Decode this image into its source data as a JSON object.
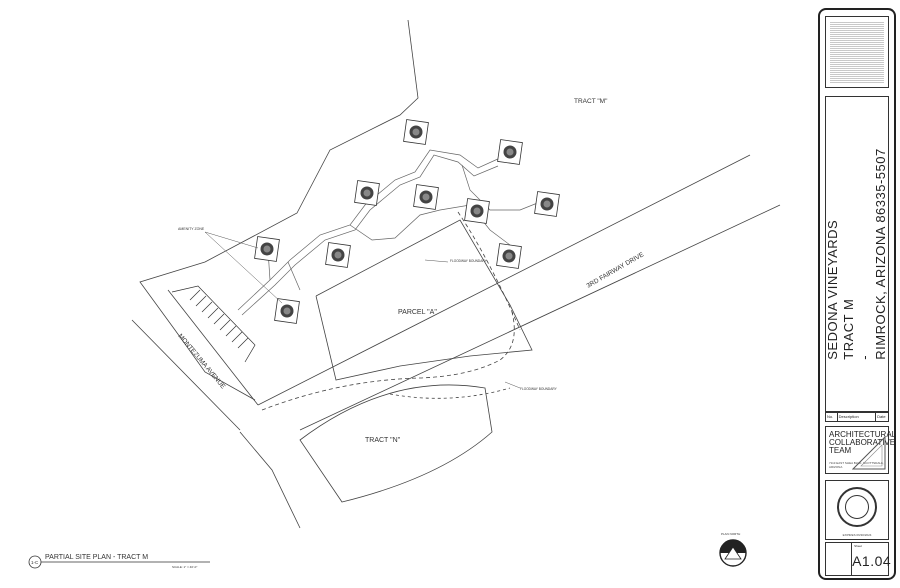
{
  "plan": {
    "tract_m_label": "TRACT \"M\"",
    "tract_n_label": "TRACT \"N\"",
    "parcel_label": "PARCEL \"A\"",
    "road_label": "3RD FAIRWAY DRIVE",
    "avenue_label": "MONTEZUMA AVENUE",
    "amenity_label": "AMENITY ZONE",
    "floodway_label": "FLOODWAY BOUNDARY",
    "drawing_title": "PARTIAL SITE PLAN - TRACT M",
    "drawing_number": "1-C",
    "scale_text": "SCALE: 1\" = 40'-0\"",
    "north_label": "PLAN NORTH"
  },
  "title_block": {
    "project_line1": "SEDONA VINEYARDS",
    "project_line2": "TRACT M",
    "project_line3": "-",
    "project_line4": "RIMROCK, ARIZONA 86335-5507",
    "rev_no": "No.",
    "rev_desc": "Description",
    "rev_date": "Date",
    "firm_line1": "ARCHITECTURAL",
    "firm_line2": "COLLABORATIVE",
    "firm_line3": "TEAM",
    "firm_address": "7113 EAST SHEA BLVD. SCOTTSDALE, ARIZONA",
    "expires": "EXPIRES 06/30/2024",
    "sheet_label": "Sheet",
    "sheet_number": "A1.04"
  }
}
